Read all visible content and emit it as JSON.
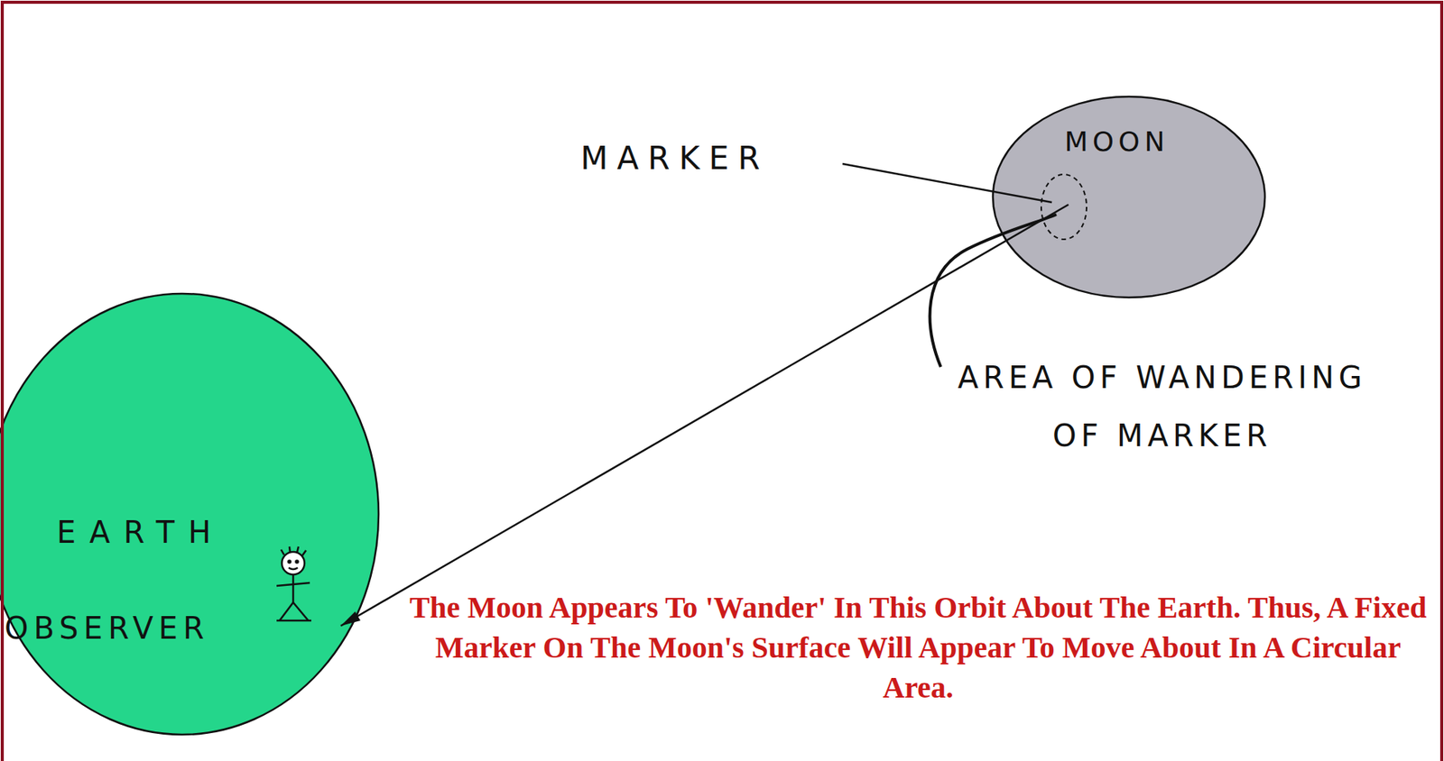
{
  "diagram": {
    "caption": "The Moon Appears To 'Wander' In This Orbit About The Earth. Thus, A Fixed Marker On The Moon's Surface Will Appear To Move About In A Circular Area.",
    "nodes": [
      {
        "text": [
          "EARTH",
          "OBSERVER"
        ]
      },
      {
        "text": [
          "MOON"
        ]
      }
    ],
    "edges": [
      {
        "from": 1,
        "to": 0,
        "arrow": "to"
      }
    ],
    "labels": [
      "MARKER",
      "AREA OF WANDERING OF MARKER"
    ]
  }
}
